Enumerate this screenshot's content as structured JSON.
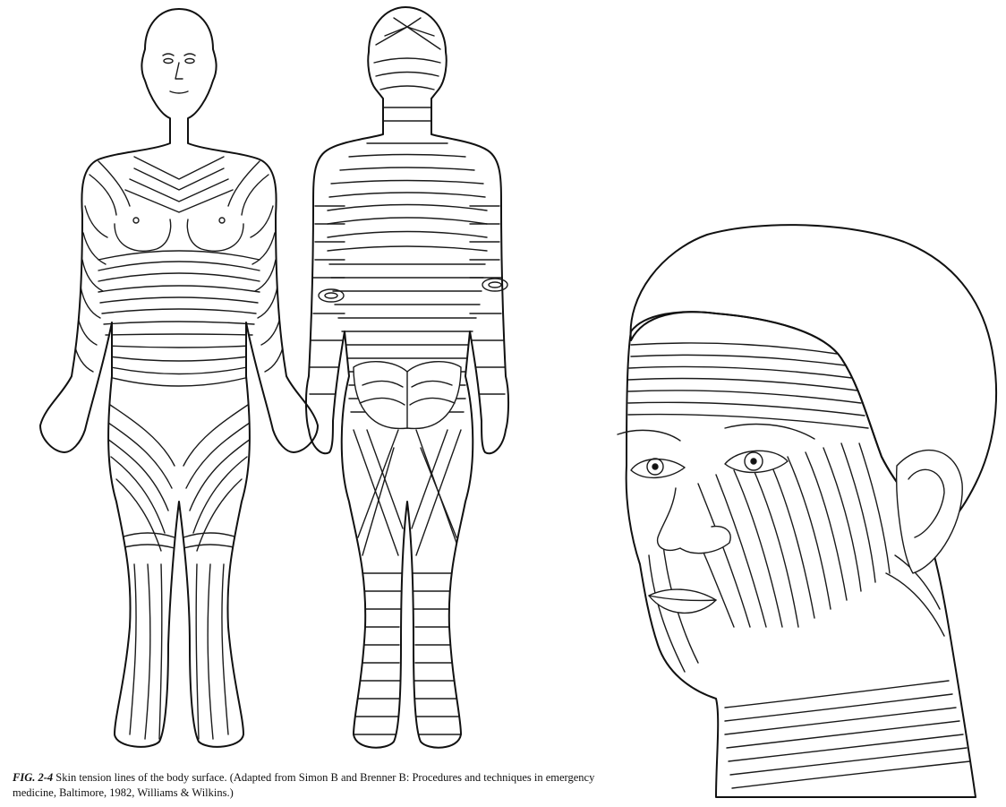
{
  "caption": {
    "figure_label": "FIG. 2-4",
    "text": " Skin tension lines of the body surface. (Adapted from Simon B and Brenner B: Procedures and techniques in emergency medicine, Baltimore, 1982, Williams & Wilkins.)"
  },
  "figures": [
    {
      "name": "front-body-view"
    },
    {
      "name": "back-body-view"
    },
    {
      "name": "head-face-view"
    }
  ]
}
